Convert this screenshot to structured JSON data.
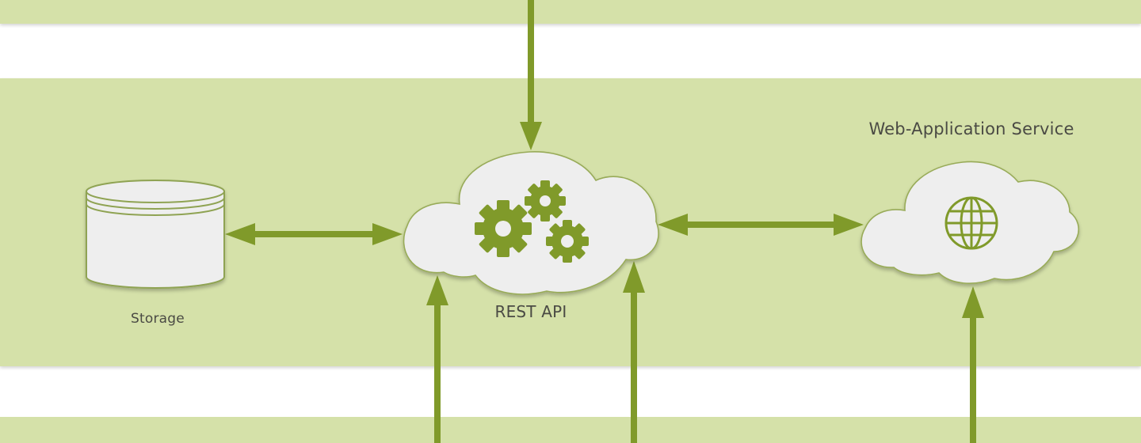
{
  "labels": {
    "storage": "Storage",
    "rest_api": "REST API",
    "web_app": "Web-Application Service"
  },
  "icons": {
    "storage": "database-cylinder-icon",
    "rest_api": "gears-icon",
    "web_app": "globe-icon"
  },
  "colors": {
    "band": "#d5e1a9",
    "accent": "#809a2a",
    "node_fill": "#eeeeee",
    "node_stroke": "#98ab58",
    "text": "#4a4a44"
  }
}
